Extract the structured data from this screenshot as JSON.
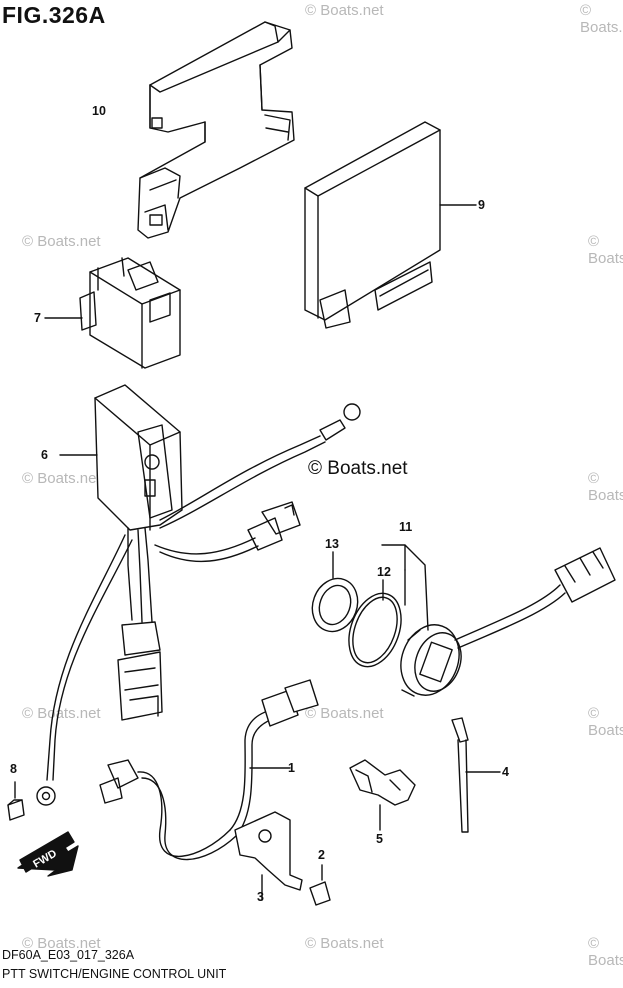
{
  "figure": {
    "title": "FIG.326A",
    "code": "DF60A_E03_017_326A",
    "caption": "PTT SWITCH/ENGINE CONTROL UNIT"
  },
  "watermark": {
    "text": "© Boats.net",
    "main": "© Boats.net"
  },
  "callouts": {
    "c1": "1",
    "c2": "2",
    "c3": "3",
    "c4": "4",
    "c5": "5",
    "c6": "6",
    "c7": "7",
    "c8": "8",
    "c9": "9",
    "c10": "10",
    "c11": "11",
    "c12": "12",
    "c13": "13"
  },
  "direction_badge": {
    "label": "FWD"
  }
}
